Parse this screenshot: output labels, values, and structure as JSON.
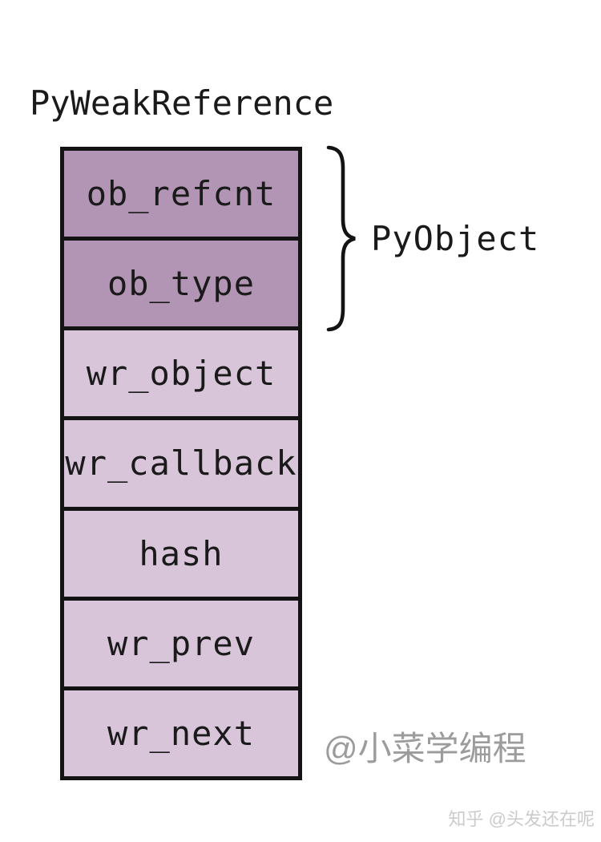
{
  "title": "PyWeakReference",
  "struct": {
    "rows": [
      {
        "label": "ob_refcnt",
        "group": "pyobject"
      },
      {
        "label": "ob_type",
        "group": "pyobject"
      },
      {
        "label": "wr_object",
        "group": "fields"
      },
      {
        "label": "wr_callback",
        "group": "fields"
      },
      {
        "label": "hash",
        "group": "fields"
      },
      {
        "label": "wr_prev",
        "group": "fields"
      },
      {
        "label": "wr_next",
        "group": "fields"
      }
    ]
  },
  "brace": {
    "label": "PyObject",
    "icon": "curly-brace-icon"
  },
  "watermark": "@小菜学编程",
  "credit": "知乎 @头发还在呢",
  "colors": {
    "pyobject_fill": "#b295b4",
    "field_fill": "#d8c5d9",
    "border": "#131313",
    "text": "#1a1a1a",
    "watermark": "#9c9c9c",
    "credit": "#cbcbcb",
    "bg": "#ffffff"
  }
}
